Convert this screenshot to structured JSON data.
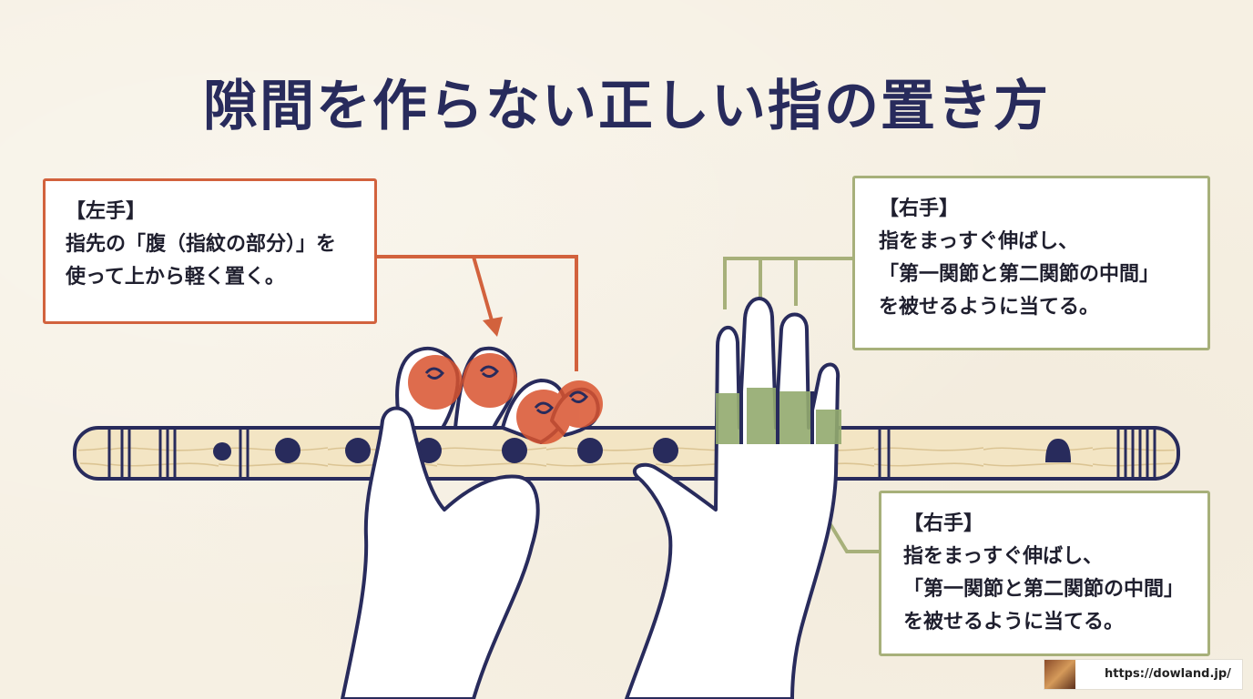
{
  "title": "隙間を作らない正しい指の置き方",
  "left_box": {
    "heading": "【左手】",
    "line1": "指先の「腹（指紋の部分）」を",
    "line2": "使って上から軽く置く。"
  },
  "right_box_top": {
    "heading": "【右手】",
    "line1": "指をまっすぐ伸ばし、",
    "line2": "「第一関節と第二関節の中間」",
    "line3": "を被せるように当てる。"
  },
  "right_box_bottom": {
    "heading": "【右手】",
    "line1": "指をまっすぐ伸ばし、",
    "line2": "「第一関節と第二関節の中間」",
    "line3": "を被せるように当てる。"
  },
  "footer": {
    "url": "https://dowland.jp/"
  },
  "colors": {
    "navy": "#282b5c",
    "left_accent": "#d2623d",
    "right_accent": "#a7b07a",
    "fingertip_highlight": "#d9532e",
    "joint_band": "#93aa6e"
  }
}
